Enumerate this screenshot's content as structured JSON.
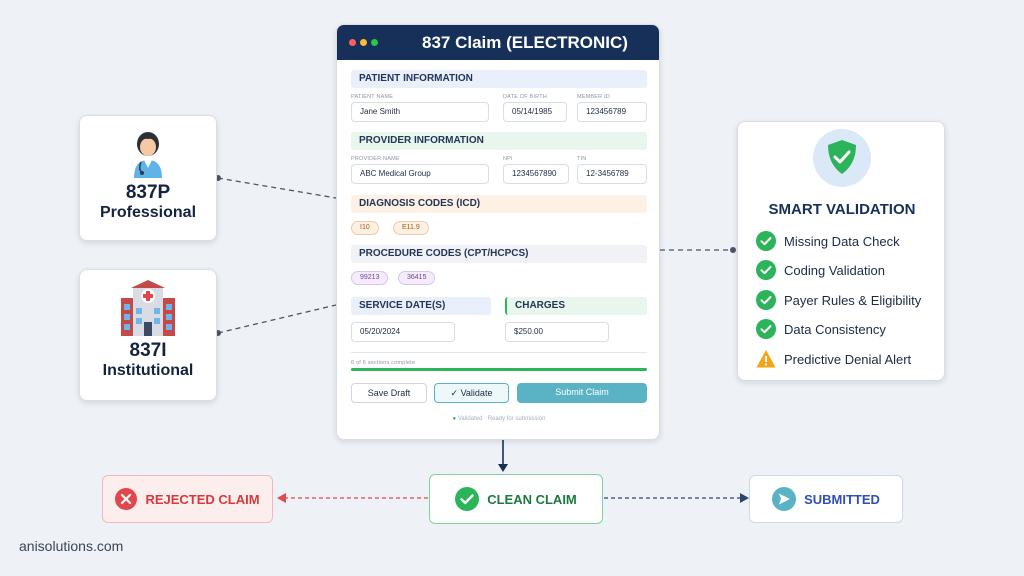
{
  "form": {
    "title": "837 Claim (ELECTRONIC)",
    "patient": {
      "heading": "PATIENT INFORMATION",
      "name_label": "PATIENT NAME",
      "name": "Jane Smith",
      "dob_label": "DATE OF BIRTH",
      "dob": "05/14/1985",
      "member_label": "MEMBER ID",
      "member": "123456789"
    },
    "provider": {
      "heading": "PROVIDER INFORMATION",
      "name_label": "PROVIDER NAME",
      "name": "ABC Medical Group",
      "npi_label": "NPI",
      "npi": "1234567890",
      "tin_label": "TIN",
      "tin": "12-3456789"
    },
    "diagnosis": {
      "heading": "DIAGNOSIS CODES (ICD)",
      "codes": [
        "I10",
        "E11.9"
      ]
    },
    "procedure": {
      "heading": "PROCEDURE CODES (CPT/HCPCS)",
      "codes": [
        "99213",
        "36415"
      ]
    },
    "service": {
      "heading": "SERVICE DATE(S)",
      "date": "05/20/2024"
    },
    "charges": {
      "heading": "CHARGES",
      "amount": "$250.00"
    },
    "progress": {
      "text": "6 of 6 sections complete",
      "fraction": 1.0
    },
    "buttons": {
      "save": "Save Draft",
      "validate": "✓ Validate",
      "submit": "Submit Claim"
    },
    "status_note": "Validated · Ready for submission"
  },
  "left": {
    "professional": {
      "code": "837P",
      "label": "Professional",
      "icon": "doctor-icon"
    },
    "institutional": {
      "code": "837I",
      "label": "Institutional",
      "icon": "hospital-icon"
    }
  },
  "validation": {
    "title": "SMART VALIDATION",
    "items": [
      {
        "label": "Missing Data Check",
        "kind": "check"
      },
      {
        "label": "Coding Validation",
        "kind": "check"
      },
      {
        "label": "Payer Rules & Eligibility",
        "kind": "check"
      },
      {
        "label": "Data Consistency",
        "kind": "check"
      },
      {
        "label": "Predictive Denial Alert",
        "kind": "warning"
      }
    ]
  },
  "outcomes": {
    "rejected": "REJECTED CLAIM",
    "clean": "CLEAN CLAIM",
    "submitted": "SUBMITTED"
  },
  "footer": {
    "brand": "anisolutions.com"
  },
  "colors": {
    "navy": "#16305a",
    "green": "#2bb45a",
    "red": "#e0484d",
    "teal": "#5ab3c4",
    "blue": "#2f4fb5",
    "warning": "#f4a417"
  }
}
